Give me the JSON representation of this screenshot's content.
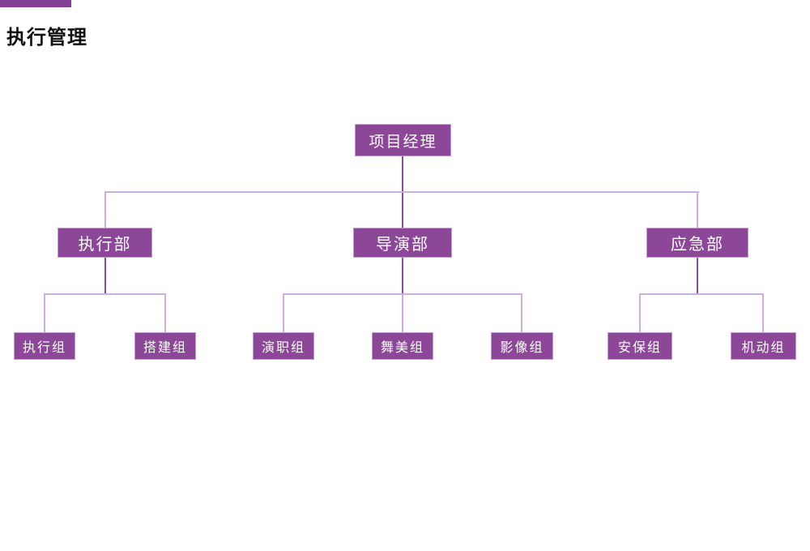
{
  "page_title": "执行管理",
  "colors": {
    "accent_bar": "#833f94",
    "box_fill": "#8c4799",
    "box_border": "#c39bd3",
    "line_dark": "#8a4ba0",
    "line_light": "#cfaedd"
  },
  "org_chart": {
    "root": {
      "label": "项目经理"
    },
    "departments": [
      {
        "label": "执行部",
        "teams": [
          {
            "label": "执行组"
          },
          {
            "label": "搭建组"
          }
        ]
      },
      {
        "label": "导演部",
        "teams": [
          {
            "label": "演职组"
          },
          {
            "label": "舞美组"
          },
          {
            "label": "影像组"
          }
        ]
      },
      {
        "label": "应急部",
        "teams": [
          {
            "label": "安保组"
          },
          {
            "label": "机动组"
          }
        ]
      }
    ]
  }
}
